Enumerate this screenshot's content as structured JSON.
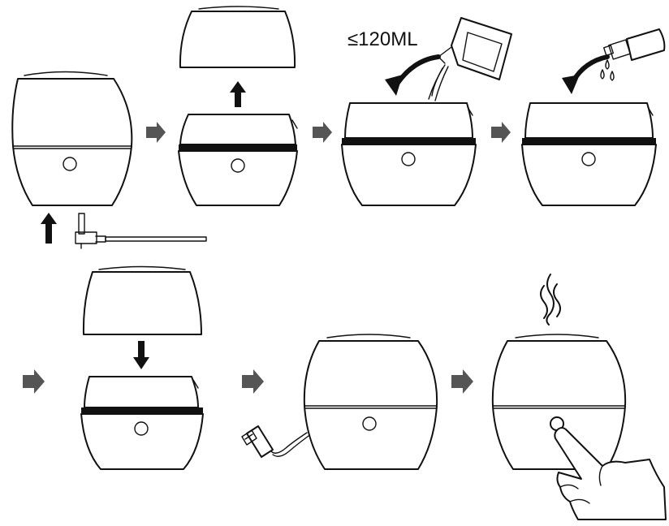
{
  "diagram": {
    "capacity_label": "≤120ML",
    "steps": [
      "remove-base",
      "lift-cover",
      "fill-water",
      "add-essential-oil",
      "replace-cover",
      "connect-usb",
      "press-button"
    ]
  },
  "colors": {
    "ink": "#111111",
    "step_arrow": "#555555",
    "background": "#ffffff"
  },
  "icons": {
    "up_arrow": "up-arrow-icon",
    "down_arrow": "down-arrow-icon",
    "pour_arrow": "curved-arrow-icon",
    "step_arrow": "right-arrow-icon",
    "mist": "mist-icon",
    "usb": "usb-plug-icon"
  }
}
